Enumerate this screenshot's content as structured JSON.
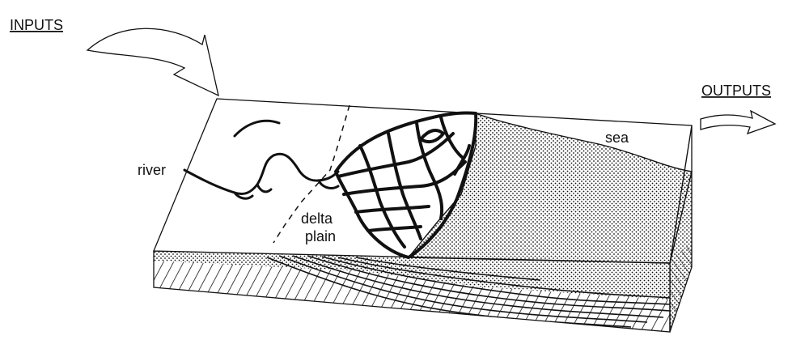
{
  "labels": {
    "inputs": "INPUTS",
    "outputs": "OUTPUTS",
    "river": "river",
    "sea": "sea",
    "delta_line1": "delta",
    "delta_line2": "plain"
  },
  "colors": {
    "ink": "#111111",
    "paper": "#ffffff"
  }
}
